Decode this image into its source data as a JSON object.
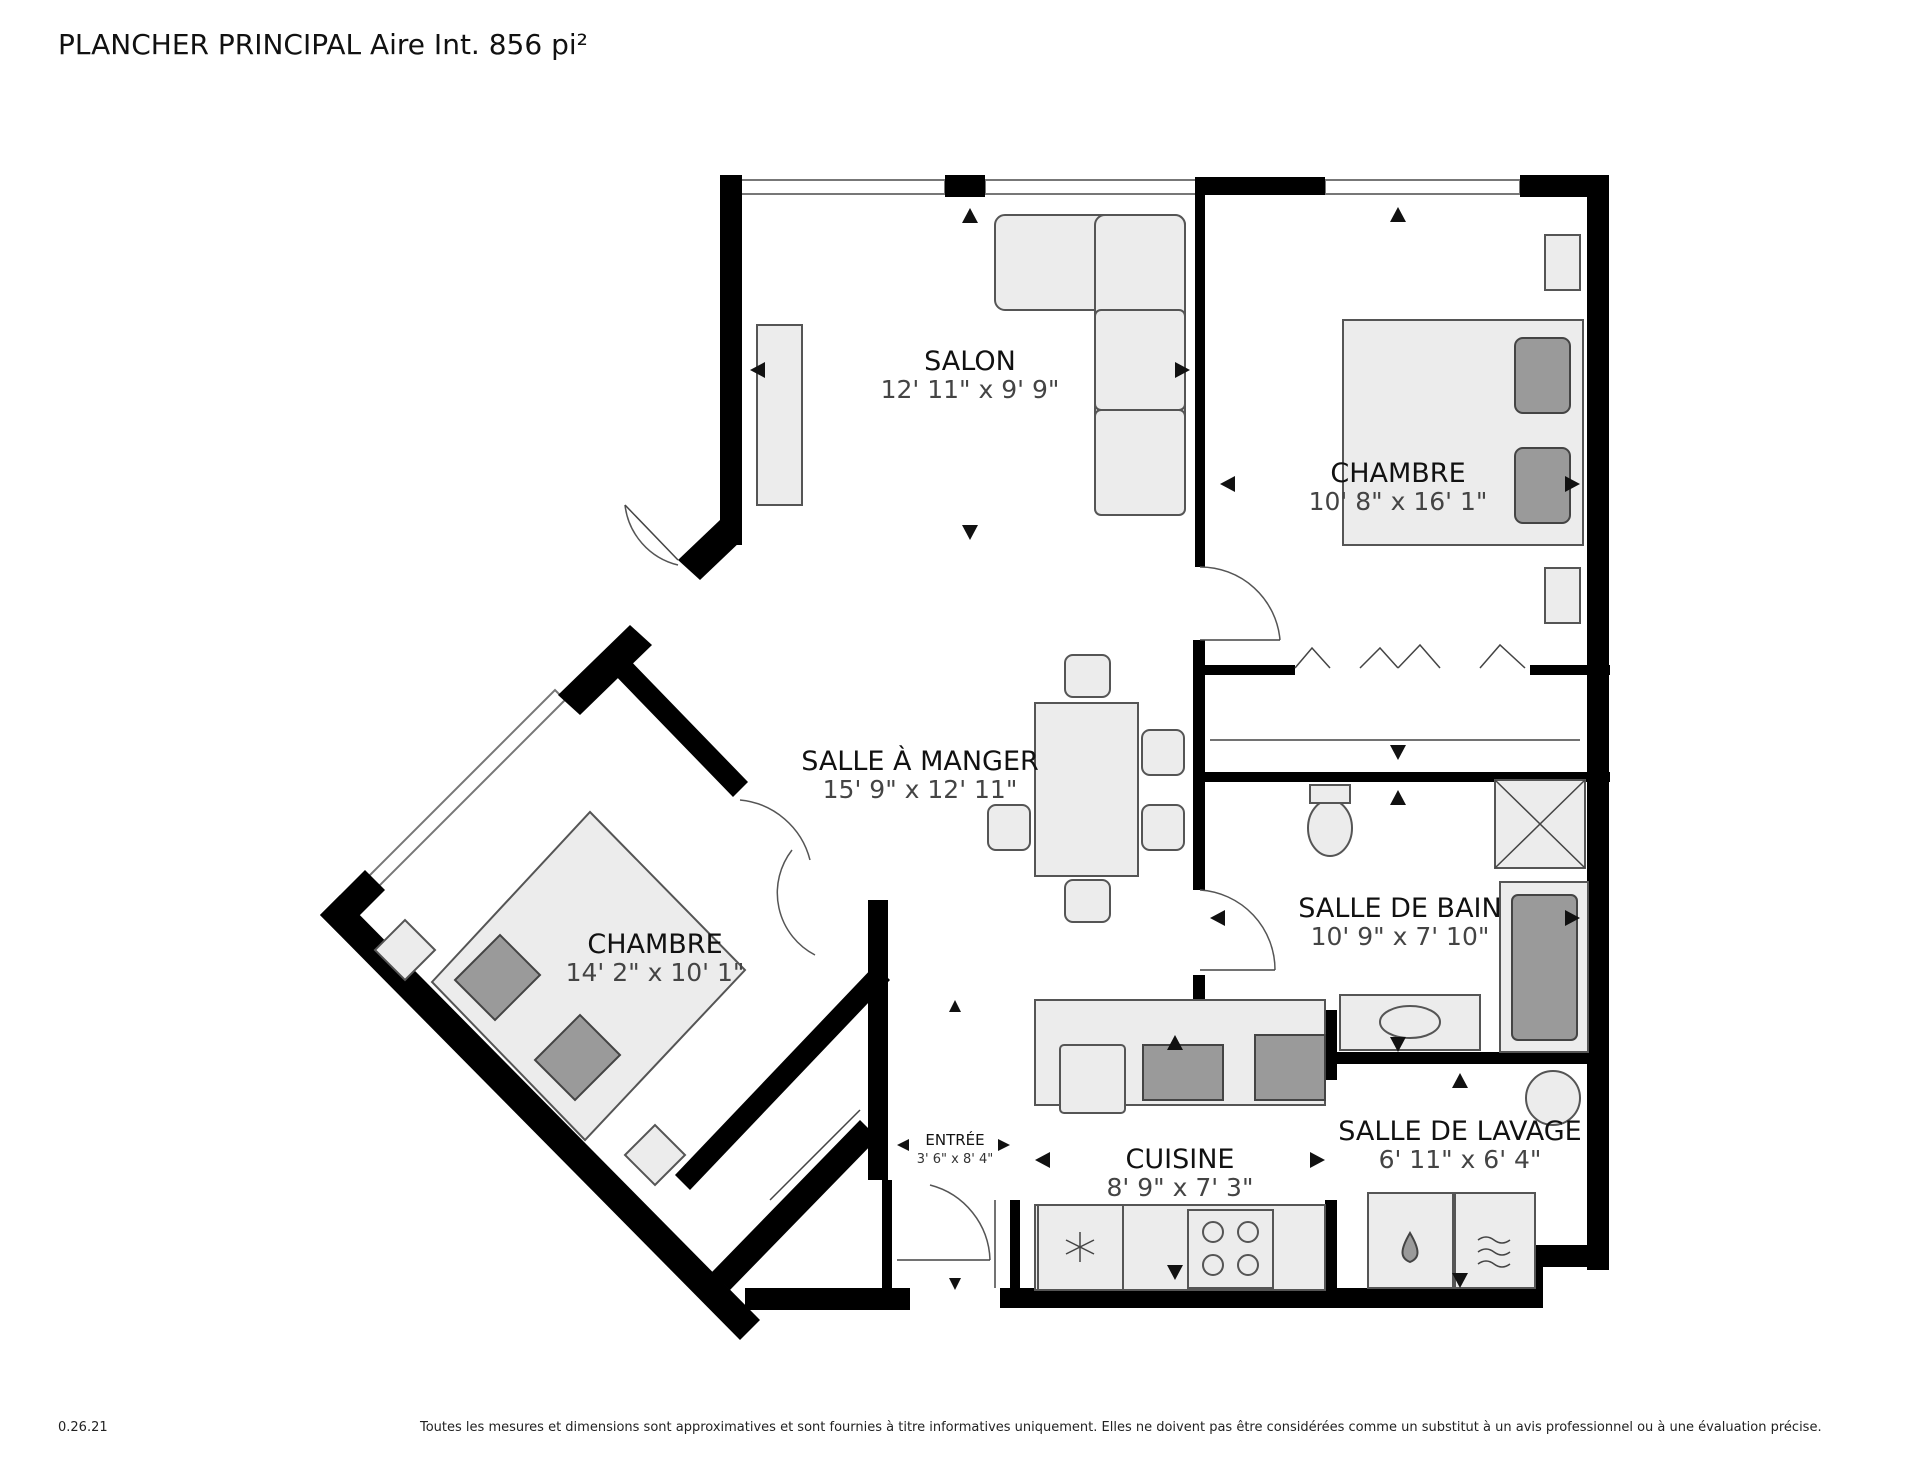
{
  "title": "PLANCHER PRINCIPAL Aire Int. 856 pi²",
  "footer_version": "0.26.21",
  "footer_disclaimer": "Toutes les mesures et dimensions sont approximatives et sont fournies à titre informatives uniquement. Elles ne doivent pas être considérées comme un substitut à un avis professionnel ou à une évaluation précise.",
  "rooms": {
    "salon": {
      "name": "SALON",
      "dim": "12' 11\" x 9' 9\""
    },
    "chambre_1": {
      "name": "CHAMBRE",
      "dim": "10' 8\" x 16' 1\""
    },
    "salle_a_manger": {
      "name": "SALLE À MANGER",
      "dim": "15' 9\" x 12' 11\""
    },
    "chambre_2": {
      "name": "CHAMBRE",
      "dim": "14' 2\" x 10' 1\""
    },
    "salle_de_bain": {
      "name": "SALLE DE BAIN",
      "dim": "10' 9\" x 7' 10\""
    },
    "entree": {
      "name": "ENTRÉE",
      "dim": "3' 6\" x 8' 4\""
    },
    "cuisine": {
      "name": "CUISINE",
      "dim": "8' 9\" x 7' 3\""
    },
    "salle_de_lavage": {
      "name": "SALLE DE LAVAGE",
      "dim": "6' 11\" x 6' 4\""
    }
  },
  "icons": [
    "snowflake-icon",
    "stove-icon",
    "washer-icon",
    "dryer-icon"
  ]
}
